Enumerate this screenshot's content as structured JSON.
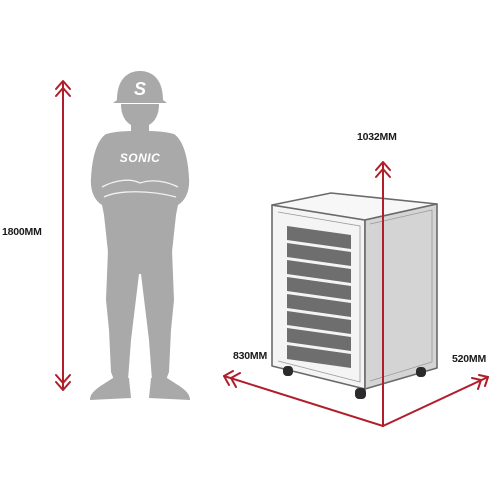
{
  "labels": {
    "person_height": "1800MM",
    "cabinet_height": "1032MM",
    "cabinet_width": "830MM",
    "cabinet_depth": "520MM"
  },
  "logo": {
    "text": "SONIC"
  },
  "colors": {
    "arrow": "#b01e2a",
    "silhouette": "#a9a9a9",
    "cabinet_front": "#f4f4f4",
    "cabinet_side": "#d4d4d4",
    "cabinet_outline": "#6a6a6a",
    "drawer": "#6e6e6e",
    "label_text": "#1a1a1a"
  },
  "icons": {
    "arrowheads": "double-chevron-icon",
    "helmet_logo": "sonic-s-icon"
  }
}
